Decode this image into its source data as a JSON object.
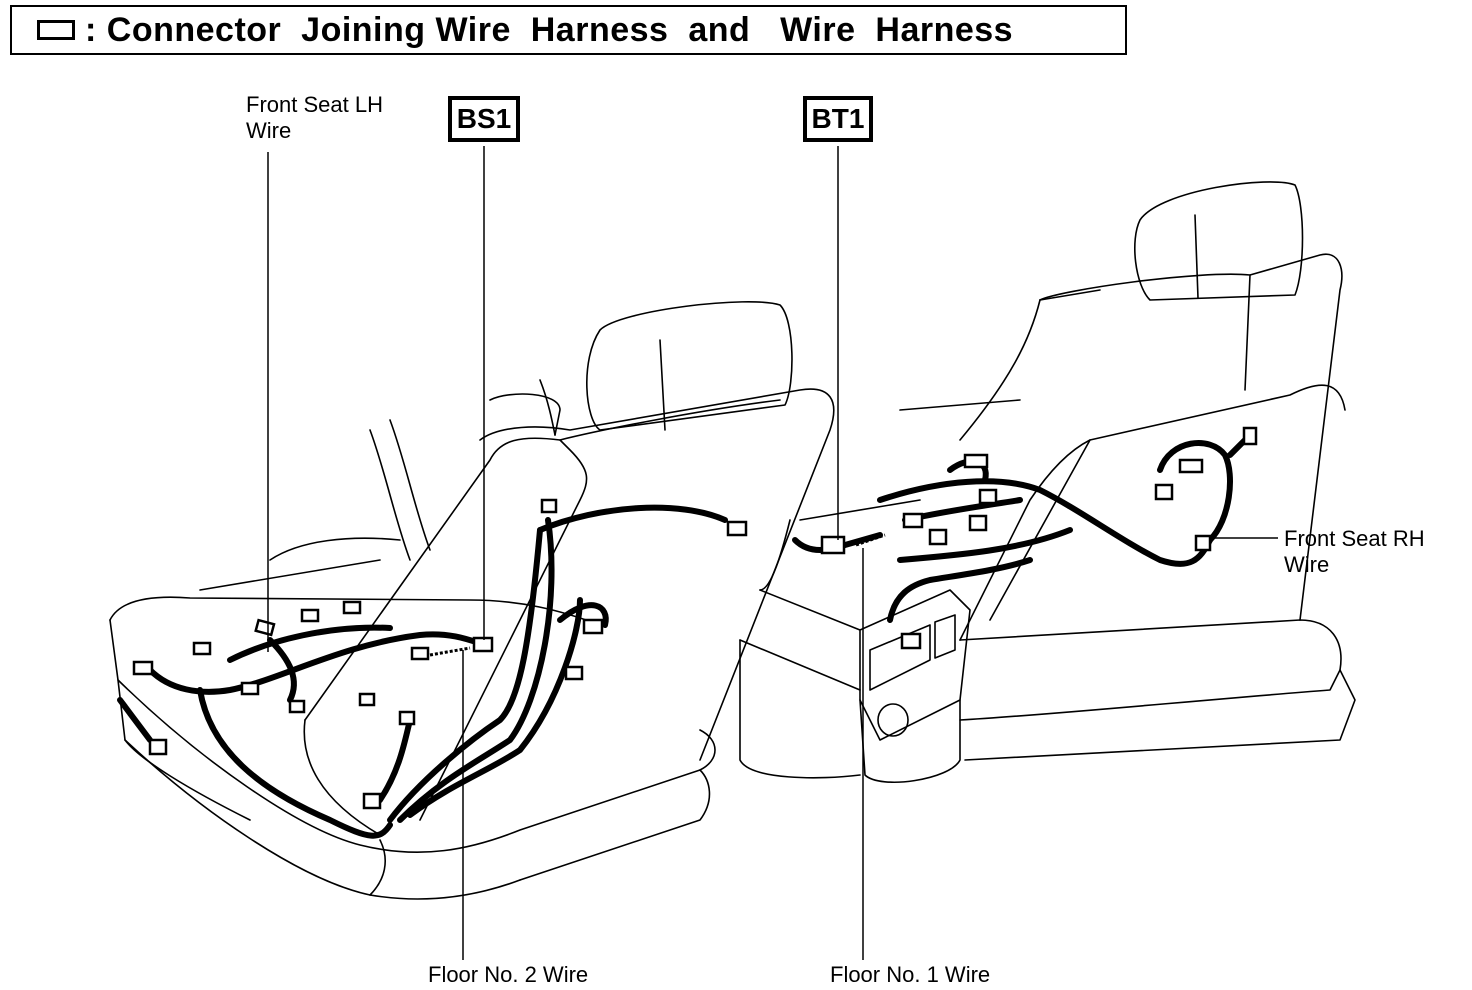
{
  "legend": {
    "symbol": "connector-symbol-icon",
    "text": ": Connector  Joining Wire  Harness  and   Wire  Harness"
  },
  "connectors": [
    {
      "code": "BS1"
    },
    {
      "code": "BT1"
    }
  ],
  "labels": {
    "front_seat_lh": "Front Seat LH\nWire",
    "front_seat_rh": "Front Seat RH\nWire",
    "floor_no2": "Floor No. 2 Wire",
    "floor_no1": "Floor No. 1 Wire"
  },
  "colors": {
    "line": "#000000",
    "background": "#ffffff"
  }
}
